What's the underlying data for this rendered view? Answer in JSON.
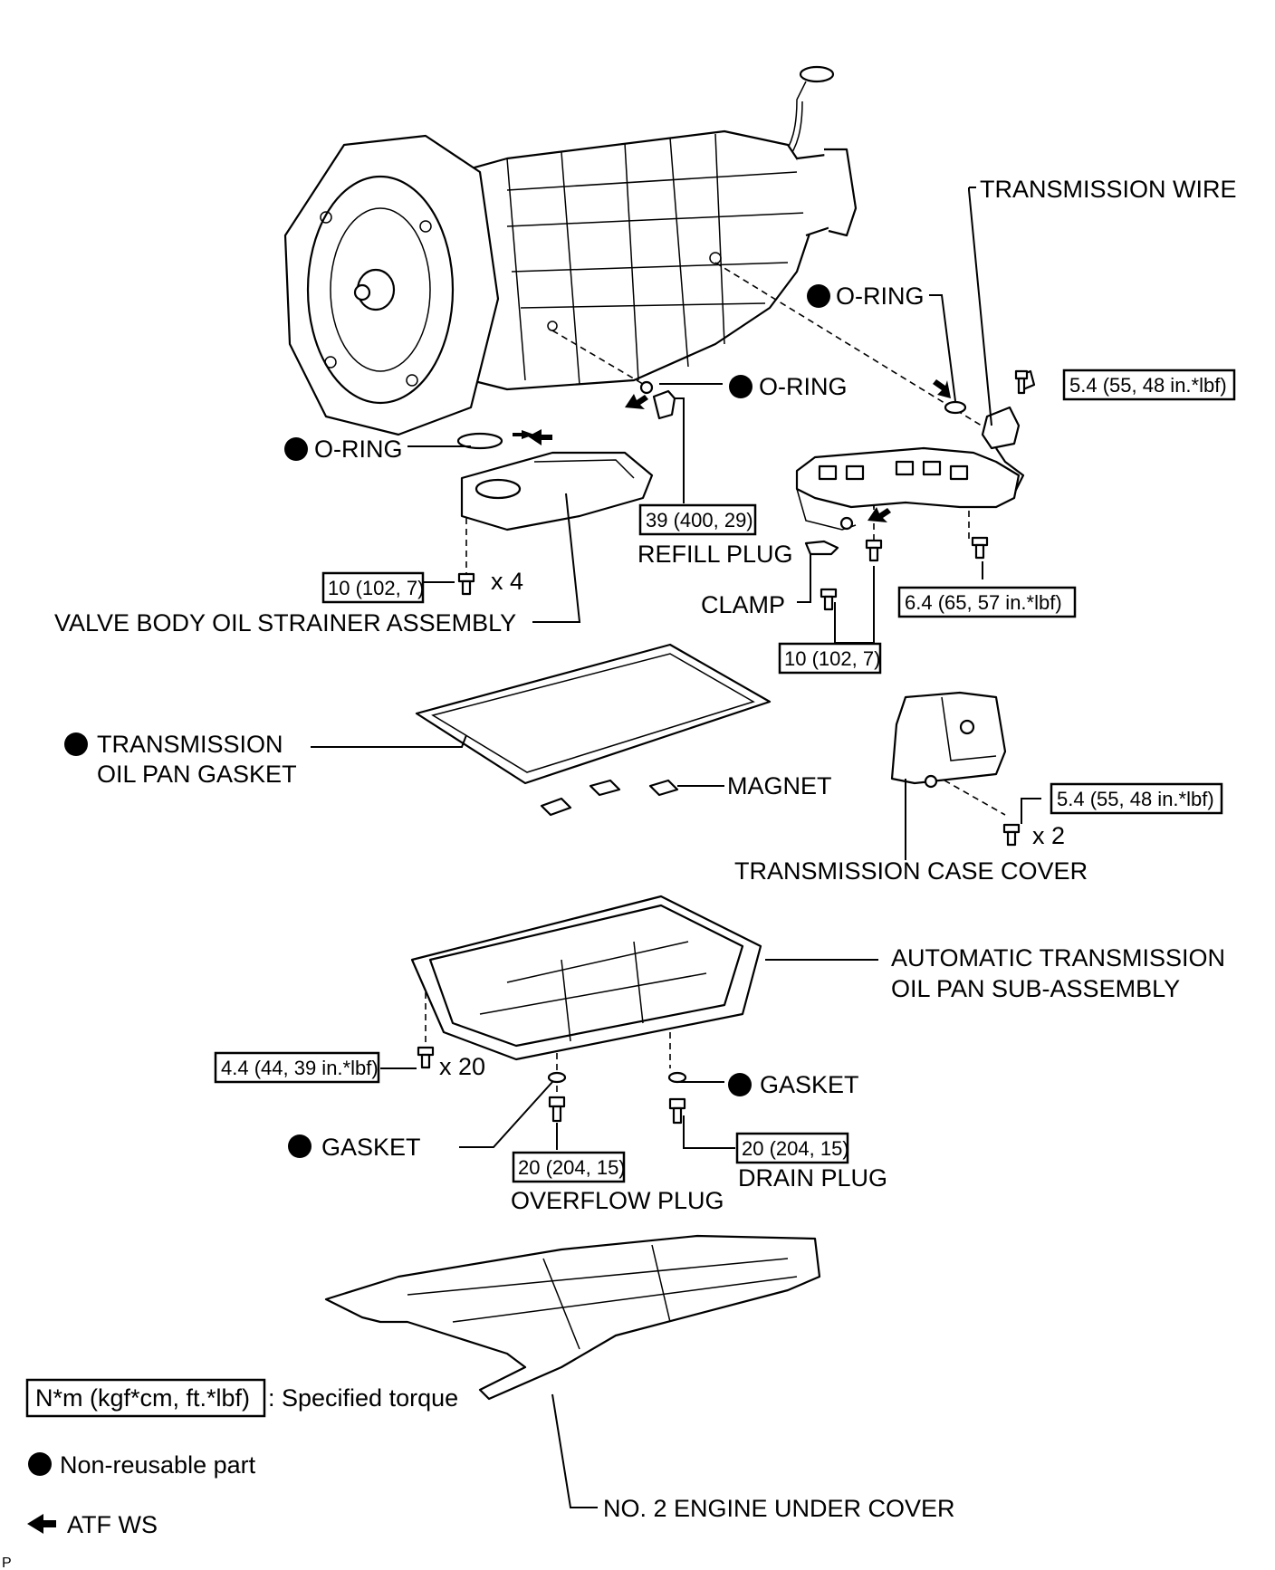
{
  "parts": {
    "transmission_wire": "TRANSMISSION WIRE",
    "o_ring_1": "O-RING",
    "o_ring_2": "O-RING",
    "o_ring_3": "O-RING",
    "refill_plug": "REFILL PLUG",
    "clamp": "CLAMP",
    "valve_body_strainer": "VALVE BODY OIL STRAINER ASSEMBLY",
    "oil_pan_gasket_line1": "TRANSMISSION",
    "oil_pan_gasket_line2": "OIL PAN GASKET",
    "magnet": "MAGNET",
    "case_cover": "TRANSMISSION CASE COVER",
    "oil_pan_line1": "AUTOMATIC TRANSMISSION",
    "oil_pan_line2": "OIL PAN SUB-ASSEMBLY",
    "gasket_1": "GASKET",
    "gasket_2": "GASKET",
    "overflow_plug": "OVERFLOW PLUG",
    "drain_plug": "DRAIN PLUG",
    "under_cover": "NO. 2 ENGINE UNDER COVER"
  },
  "torques": {
    "wire_bolt": "5.4 (55, 48 in.*lbf)",
    "refill_plug": "39 (400, 29)",
    "strainer_bolt": "10 (102, 7)",
    "wire_clamp_bolt": "6.4 (65, 57 in.*lbf)",
    "clamp_bolt": "10 (102, 7)",
    "case_cover_bolt": "5.4 (55, 48 in.*lbf)",
    "oil_pan_bolt": "4.4 (44, 39 in.*lbf)",
    "overflow_plug": "20 (204, 15)",
    "drain_plug": "20 (204, 15)"
  },
  "quantities": {
    "strainer_bolts": "x 4",
    "case_cover_bolts": "x 2",
    "oil_pan_bolts": "x 20"
  },
  "legend": {
    "torque_box": "N*m (kgf*cm, ft.*lbf)",
    "torque_desc": ": Specified torque",
    "non_reusable": "Non-reusable part",
    "atf": "ATF WS"
  },
  "corner_mark": "P"
}
